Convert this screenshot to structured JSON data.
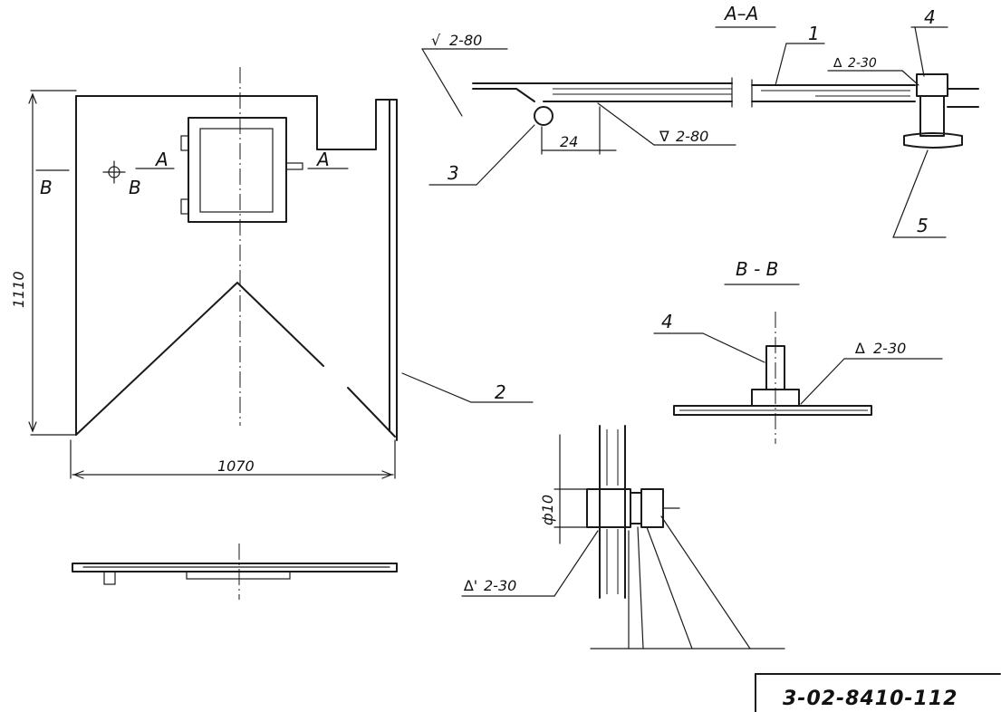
{
  "drawing": {
    "designation": "3-02-8410-112",
    "views": {
      "section_aa": "A–A",
      "section_bb": "B - B",
      "cut_a_left": "A",
      "cut_a_right": "A",
      "cut_b_left": "B",
      "cut_b_right": "B"
    },
    "dimensions": {
      "width": "1070",
      "height": "1110",
      "offset": "24",
      "diameter": "ф10"
    },
    "welds": {
      "weld_top_left": "2-80",
      "weld_top_right": "2-80",
      "weld_aa": "2-30",
      "weld_bb": "2-30",
      "weld_detail": "2-30"
    },
    "positions": {
      "pos1": "1",
      "pos2": "2",
      "pos3": "3",
      "pos4_aa": "4",
      "pos4_bb": "4",
      "pos5": "5"
    }
  }
}
